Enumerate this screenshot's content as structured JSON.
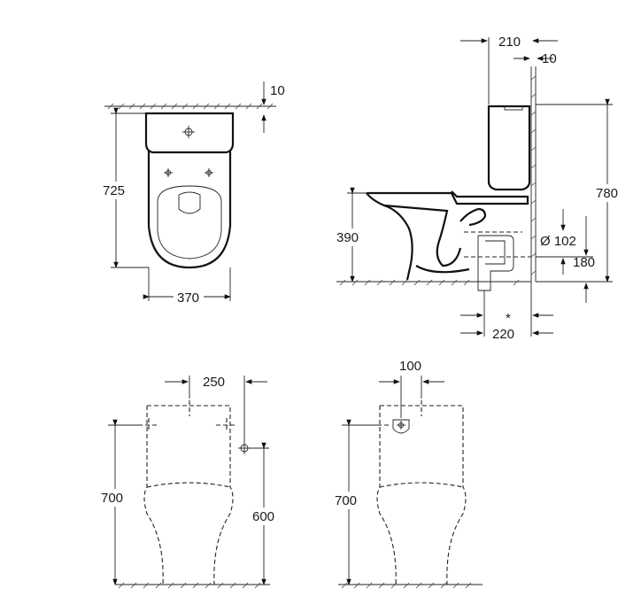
{
  "top_view": {
    "dim_depth": "725",
    "dim_width": "370",
    "dim_wall_gap": "10"
  },
  "side_view": {
    "dim_tank_depth": "210",
    "dim_wall_gap": "10",
    "dim_height": "780",
    "dim_seat_height": "390",
    "dim_outlet_diameter": "Ø 102",
    "dim_outlet_height": "180",
    "dim_outlet_distance": "220",
    "footnote_mark": "*"
  },
  "front_view_left": {
    "dim_height": "700",
    "dim_inlet_height": "600",
    "dim_inlet_offset": "250"
  },
  "front_view_right": {
    "dim_height": "700",
    "dim_inlet_offset": "100"
  }
}
